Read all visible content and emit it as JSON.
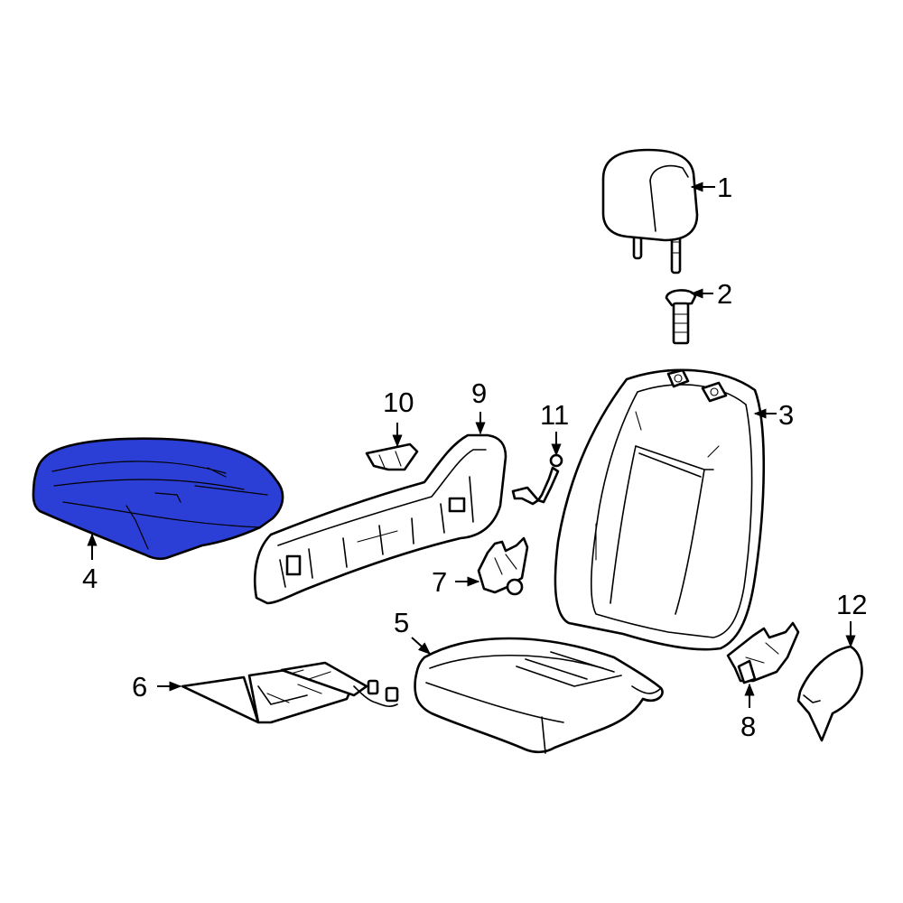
{
  "diagram": {
    "highlight_color": "#2b3fd6",
    "highlighted_part": "4",
    "callouts": [
      {
        "id": "c1",
        "label": "1"
      },
      {
        "id": "c2",
        "label": "2"
      },
      {
        "id": "c3",
        "label": "3"
      },
      {
        "id": "c4",
        "label": "4"
      },
      {
        "id": "c5",
        "label": "5"
      },
      {
        "id": "c6",
        "label": "6"
      },
      {
        "id": "c7",
        "label": "7"
      },
      {
        "id": "c8",
        "label": "8"
      },
      {
        "id": "c9",
        "label": "9"
      },
      {
        "id": "c10",
        "label": "10"
      },
      {
        "id": "c11",
        "label": "11"
      },
      {
        "id": "c12",
        "label": "12"
      }
    ]
  }
}
